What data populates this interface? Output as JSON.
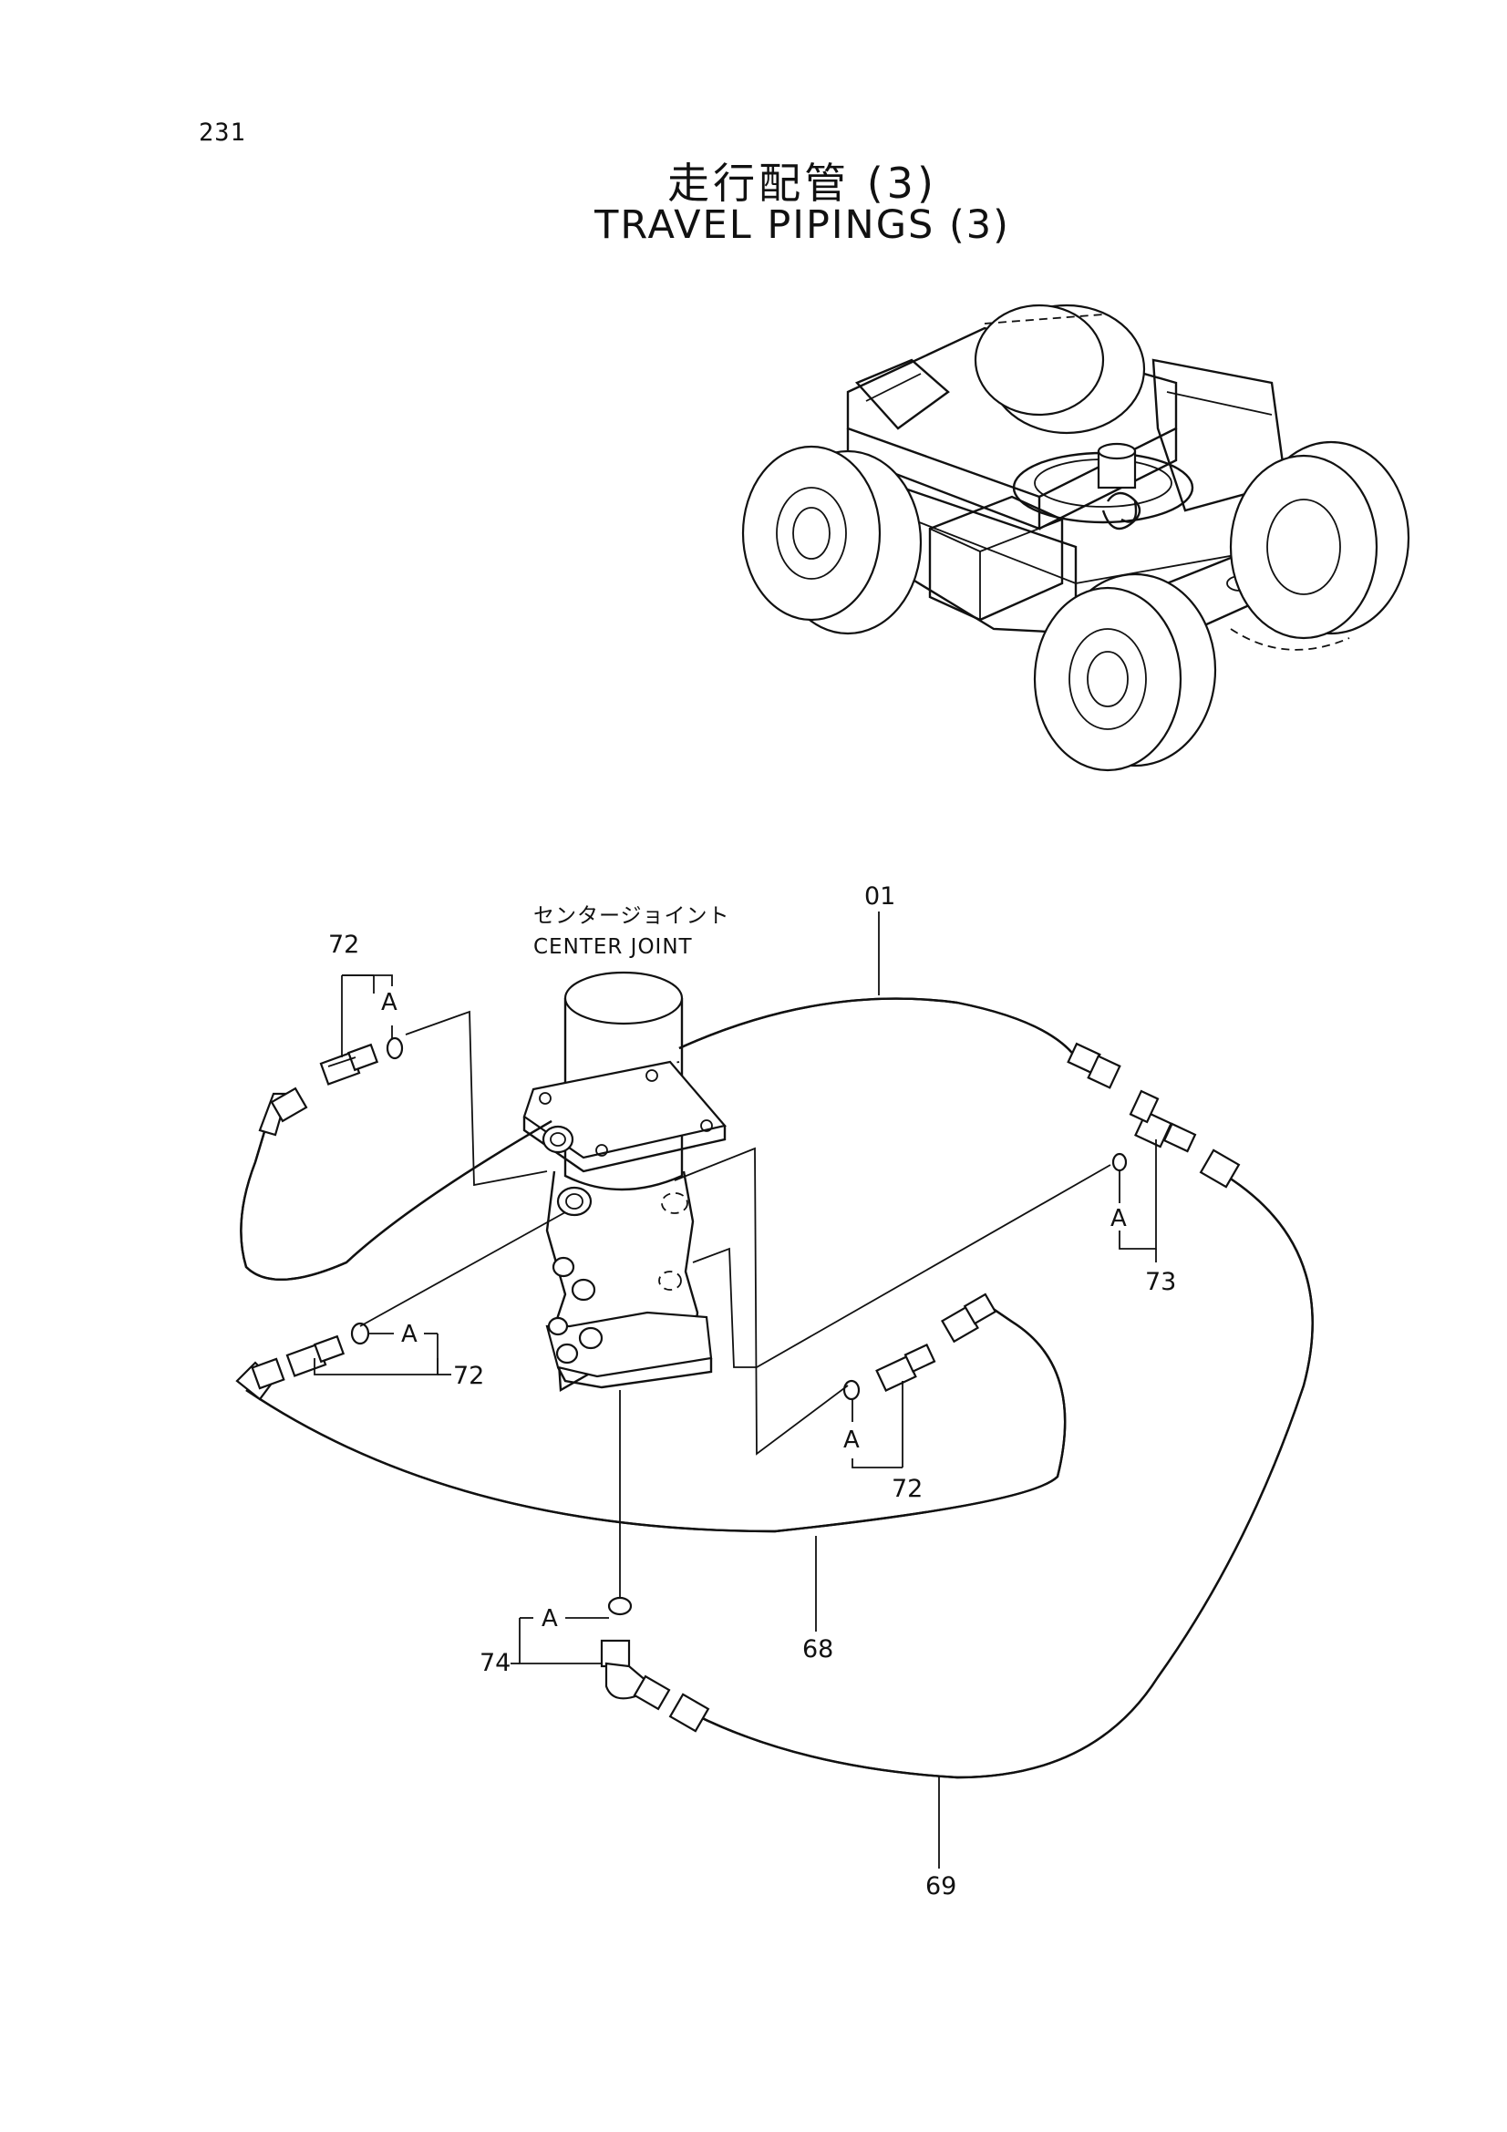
{
  "page_number": "231",
  "title_jp": "走行配管 (3)",
  "title_en": "TRAVEL PIPINGS (3)",
  "component_label_jp": "センタージョイント",
  "component_label_en": "CENTER JOINT",
  "callouts": {
    "c01": "01",
    "c72_top": "72",
    "c72_left": "72",
    "c72_right": "72",
    "c73": "73",
    "c74": "74",
    "c68": "68",
    "c69": "69"
  },
  "sub_labels": {
    "a_top": "A",
    "a_left": "A",
    "a_73": "A",
    "a_right": "A",
    "a_74": "A"
  }
}
